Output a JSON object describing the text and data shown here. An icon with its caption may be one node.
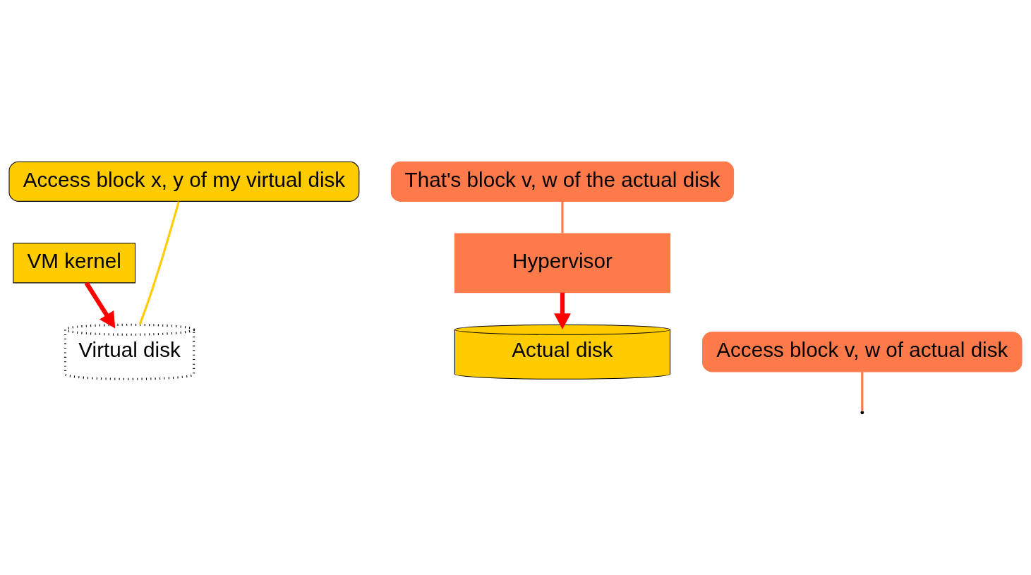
{
  "diagram": {
    "nodes": [
      {
        "text": [
          "VM kernel"
        ]
      },
      {
        "text": [
          "Access block x, y of my virtual disk"
        ]
      },
      {
        "text": [
          "Virtual disk"
        ]
      },
      {
        "text": [
          "That's block v, w of the actual disk"
        ]
      },
      {
        "text": [
          "Hypervisor"
        ]
      },
      {
        "text": [
          "Access block v, w of actual disk"
        ]
      },
      {
        "text": [
          "Actual disk"
        ]
      }
    ],
    "edges": [
      {
        "from": 0,
        "to": 2,
        "arrow": "to",
        "style": "thick",
        "color": "#ff0000"
      },
      {
        "from": 4,
        "to": 6,
        "arrow": "to",
        "style": "thick",
        "color": "#ff0000"
      },
      {
        "from": 1,
        "to": 2,
        "arrow": "none",
        "color": "#ffcc00"
      },
      {
        "from": 3,
        "to": 4,
        "arrow": "none",
        "color": "#ff7a4a"
      },
      {
        "from": 5,
        "to": null,
        "arrow": "none",
        "color": "#ff7a4a"
      }
    ]
  }
}
